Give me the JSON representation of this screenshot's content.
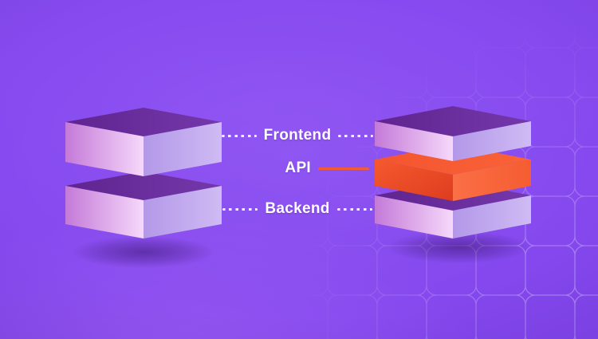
{
  "diagram": {
    "title_semantics": "frontend-api-backend-stack-diagram",
    "labels": {
      "frontend": "Frontend",
      "api": "API",
      "backend": "Backend"
    },
    "colors": {
      "background_purple": "#8448ee",
      "accent_orange": "#f4552e",
      "api_line_orange": "#f25b38",
      "label_text": "#ffffff",
      "box_top_face": "#6b2d9e",
      "box_left_face": "#ecc3f4",
      "box_right_face": "#c2a9ef"
    },
    "left_stack": {
      "layer_count": 2,
      "layers": [
        "frontend",
        "backend"
      ]
    },
    "right_stack": {
      "layer_count": 3,
      "layers": [
        "frontend",
        "api",
        "backend"
      ]
    }
  }
}
